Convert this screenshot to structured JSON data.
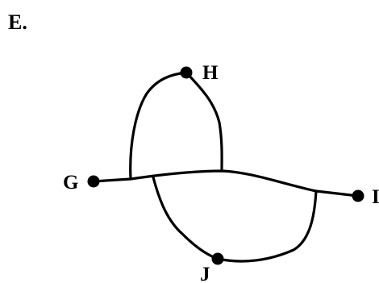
{
  "figure": {
    "panel_label": "E."
  },
  "graph": {
    "nodes": [
      {
        "id": "H",
        "label": "H"
      },
      {
        "id": "G",
        "label": "G"
      },
      {
        "id": "I",
        "label": "I"
      },
      {
        "id": "J",
        "label": "J"
      }
    ],
    "colors": {
      "ink": "#000000",
      "background": "#ffffff"
    }
  }
}
